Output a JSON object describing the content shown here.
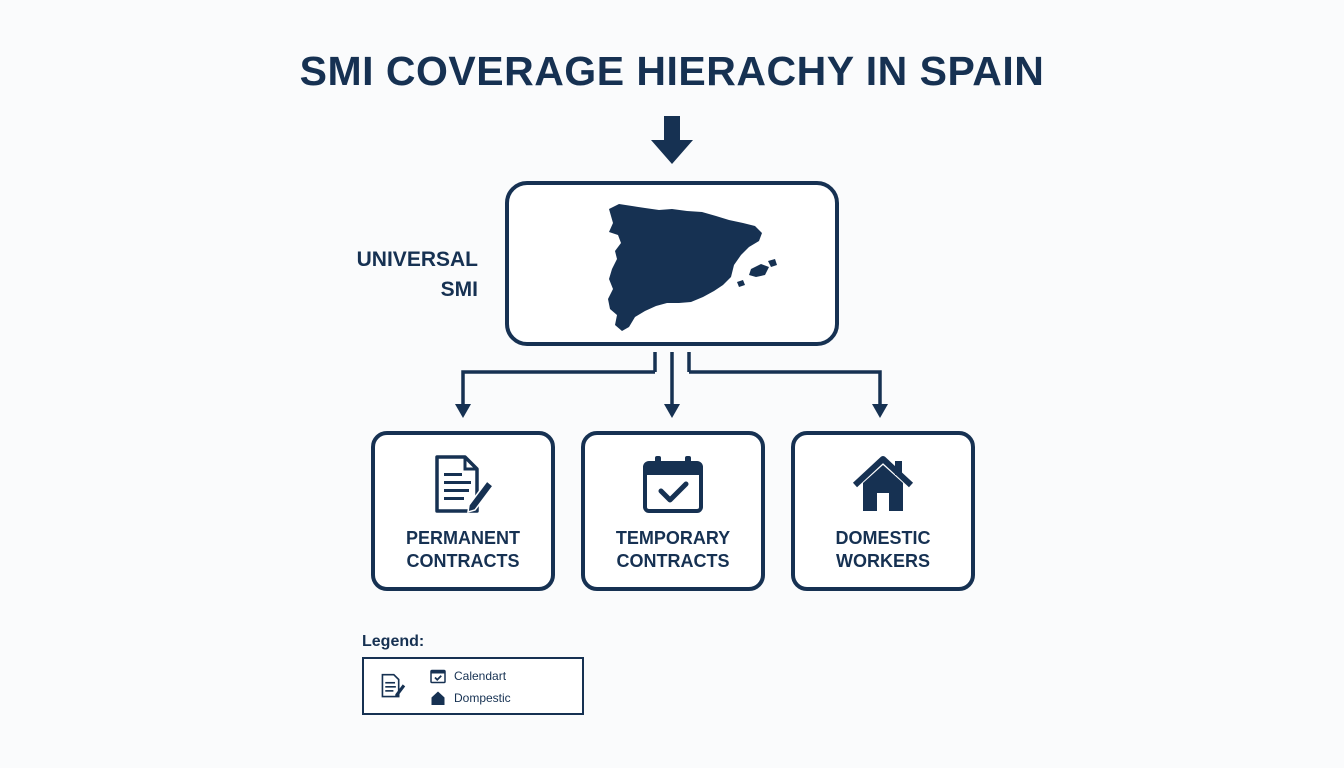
{
  "title": "SMI COVERAGE HIERACHY IN SPAIN",
  "root": {
    "label_line1": "UNIVERSAL",
    "label_line2": "SMI",
    "icon": "spain-map-icon"
  },
  "children": [
    {
      "line1": "PERMANENT",
      "line2": "CONTRACTS",
      "icon": "document-pen-icon"
    },
    {
      "line1": "TEMPORARY",
      "line2": "CONTRACTS",
      "icon": "calendar-check-icon"
    },
    {
      "line1": "DOMESTIC",
      "line2": "WORKERS",
      "icon": "house-icon"
    }
  ],
  "legend": {
    "title": "Legend:",
    "items": [
      {
        "label": "Calendart",
        "icon": "calendar-check-icon"
      },
      {
        "label": "Dompestic",
        "icon": "house-icon"
      }
    ],
    "extra_icon": "document-pen-icon"
  },
  "colors": {
    "primary": "#163152",
    "background": "#fafbfc"
  }
}
